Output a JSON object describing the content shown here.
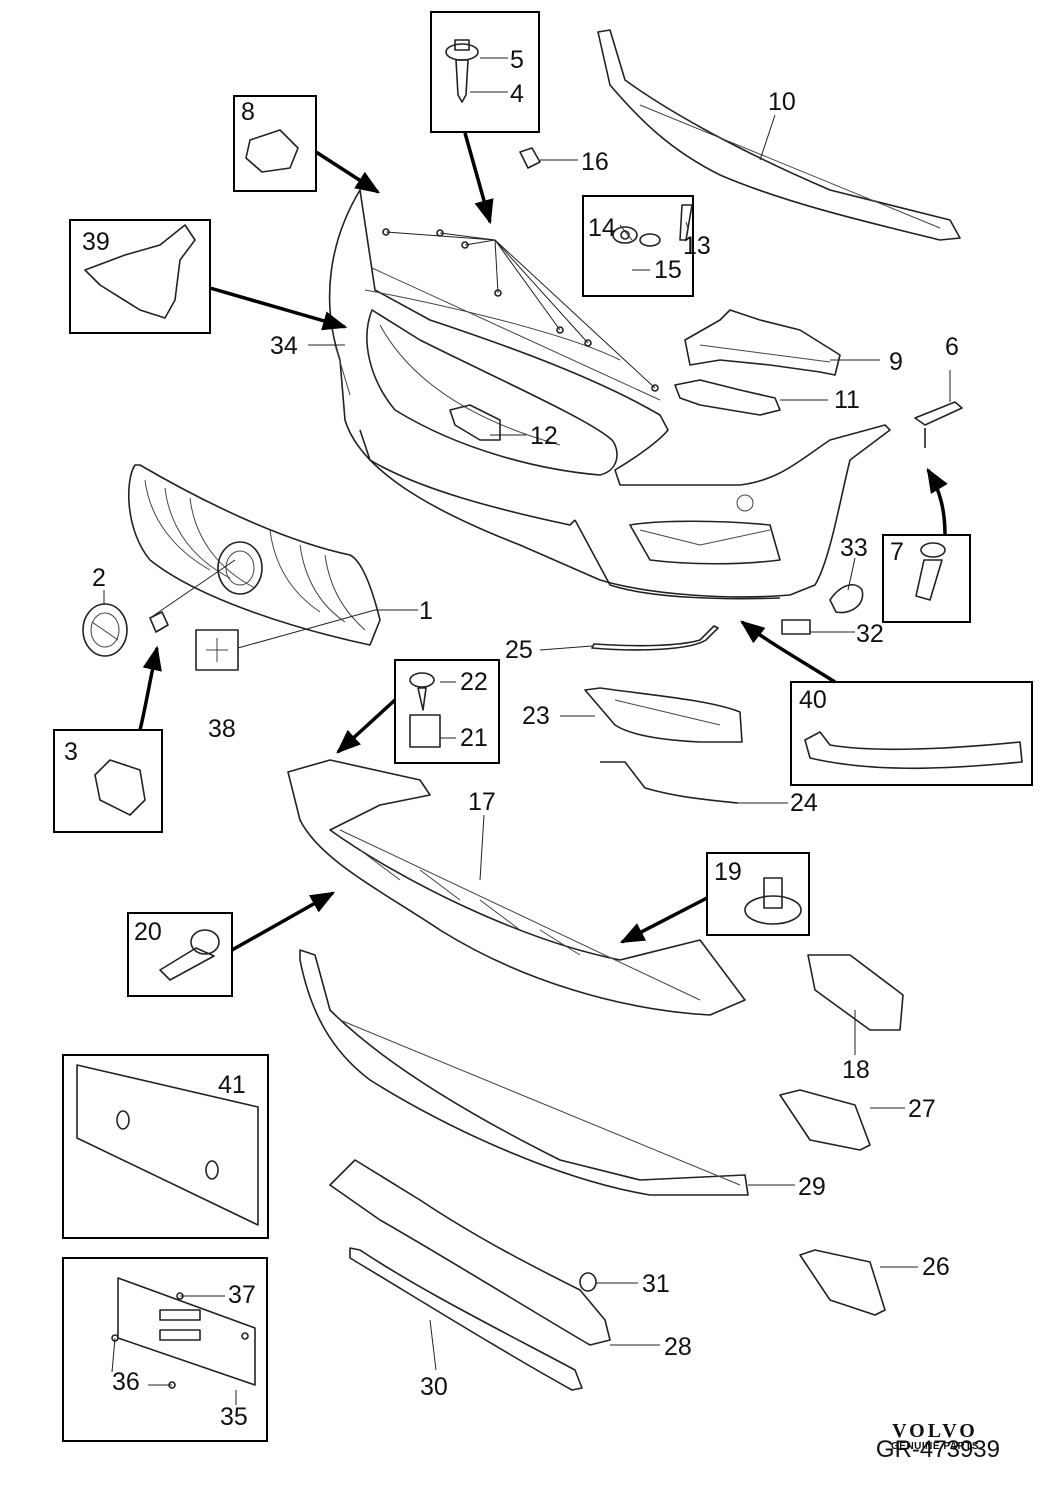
{
  "diagram": {
    "part_labels": [
      "1",
      "2",
      "3",
      "4",
      "5",
      "6",
      "7",
      "8",
      "9",
      "10",
      "11",
      "12",
      "13",
      "14",
      "15",
      "16",
      "17",
      "18",
      "19",
      "20",
      "21",
      "22",
      "23",
      "24",
      "25",
      "26",
      "27",
      "28",
      "29",
      "30",
      "31",
      "32",
      "33",
      "34",
      "35",
      "36",
      "37",
      "38",
      "39",
      "40",
      "41"
    ],
    "brand": {
      "logo": "VOLVO",
      "tagline": "GENUINE PARTS"
    },
    "reference": "GR-473939"
  }
}
